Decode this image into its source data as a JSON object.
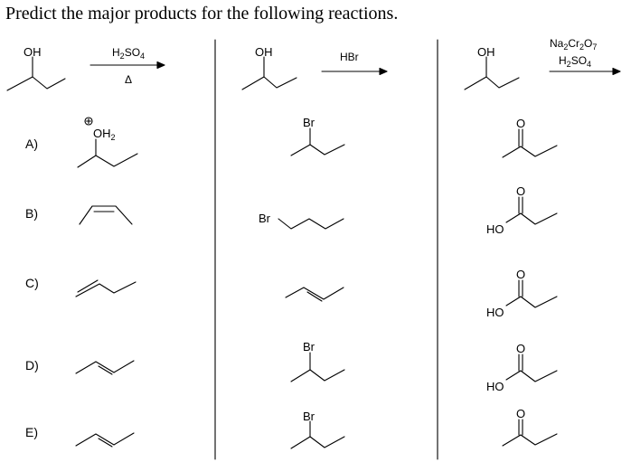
{
  "title": "Predict the major products for the following reactions.",
  "atoms": {
    "oh": "OH",
    "ho": "HO",
    "br": "Br",
    "oxygen": "O",
    "oh2_main": "OH",
    "oh2_sub": "2",
    "charge": "+",
    "delta": "Δ"
  },
  "reactions": [
    {
      "reagent_parts": [
        [
          "H",
          "2",
          "SO",
          "4"
        ]
      ],
      "condition": "Δ"
    },
    {
      "reagent_parts": [
        [
          "HBr"
        ]
      ]
    },
    {
      "reagent_parts": [
        [
          "Na",
          "2",
          "Cr",
          "2",
          "O",
          "7"
        ],
        [
          "H",
          "2",
          "SO",
          "4"
        ]
      ]
    }
  ],
  "choices": [
    "A)",
    "B)",
    "C)",
    "D)",
    "E)"
  ]
}
